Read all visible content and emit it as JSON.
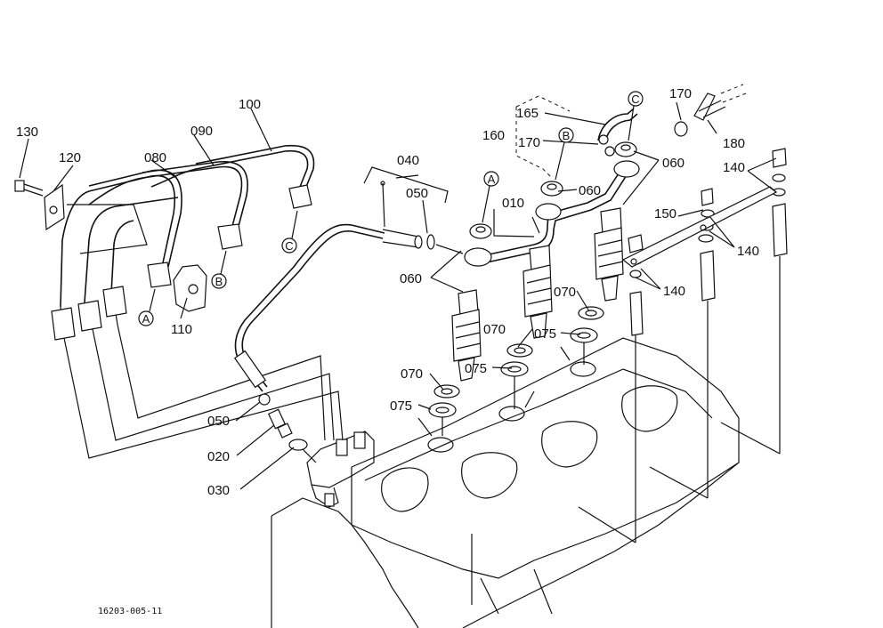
{
  "parts": [
    {
      "id": "p010",
      "text": "010"
    },
    {
      "id": "p020",
      "text": "020"
    },
    {
      "id": "p030",
      "text": "030"
    },
    {
      "id": "p040",
      "text": "040"
    },
    {
      "id": "p050a",
      "text": "050"
    },
    {
      "id": "p050b",
      "text": "050"
    },
    {
      "id": "p060a",
      "text": "060"
    },
    {
      "id": "p060b",
      "text": "060"
    },
    {
      "id": "p060c",
      "text": "060"
    },
    {
      "id": "p070a",
      "text": "070"
    },
    {
      "id": "p070b",
      "text": "070"
    },
    {
      "id": "p070c",
      "text": "070"
    },
    {
      "id": "p075a",
      "text": "075"
    },
    {
      "id": "p075b",
      "text": "075"
    },
    {
      "id": "p075c",
      "text": "075"
    },
    {
      "id": "p080",
      "text": "080"
    },
    {
      "id": "p090",
      "text": "090"
    },
    {
      "id": "p100",
      "text": "100"
    },
    {
      "id": "p110",
      "text": "110"
    },
    {
      "id": "p120",
      "text": "120"
    },
    {
      "id": "p130",
      "text": "130"
    },
    {
      "id": "p140a",
      "text": "140"
    },
    {
      "id": "p140b",
      "text": "140"
    },
    {
      "id": "p140c",
      "text": "140"
    },
    {
      "id": "p150",
      "text": "150"
    },
    {
      "id": "p160",
      "text": "160"
    },
    {
      "id": "p165",
      "text": "165"
    },
    {
      "id": "p170a",
      "text": "170"
    },
    {
      "id": "p170b",
      "text": "170"
    },
    {
      "id": "p180",
      "text": "180"
    }
  ],
  "connectors": {
    "a": "A",
    "b": "B",
    "c": "C"
  },
  "drawing_ref": "16203-005-11"
}
